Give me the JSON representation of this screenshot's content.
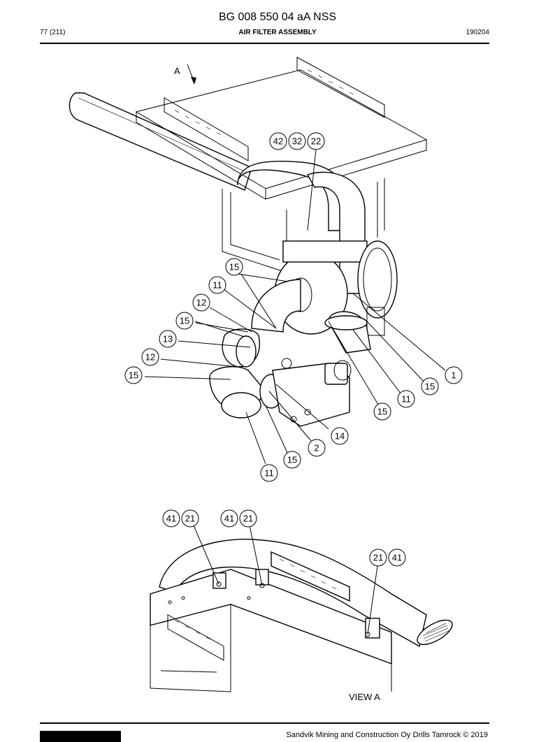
{
  "document": {
    "title": "BG 008 550 04 aA NSS",
    "page": "77 (211)",
    "section": "AIR FILTER ASSEMBLY",
    "date": "190204"
  },
  "view_arrow_label": "A",
  "view_label": "VIEW  A",
  "callouts_main": [
    {
      "label": "42"
    },
    {
      "label": "32"
    },
    {
      "label": "22"
    },
    {
      "label": "15"
    },
    {
      "label": "11"
    },
    {
      "label": "12"
    },
    {
      "label": "15"
    },
    {
      "label": "13"
    },
    {
      "label": "12"
    },
    {
      "label": "15"
    },
    {
      "label": "1"
    },
    {
      "label": "15"
    },
    {
      "label": "11"
    },
    {
      "label": "15"
    },
    {
      "label": "14"
    },
    {
      "label": "2"
    },
    {
      "label": "15"
    },
    {
      "label": "11"
    }
  ],
  "callouts_view": [
    {
      "label": "41"
    },
    {
      "label": "21"
    },
    {
      "label": "41"
    },
    {
      "label": "21"
    },
    {
      "label": "21"
    },
    {
      "label": "41"
    }
  ],
  "footer": {
    "copyright": "Sandvik Mining and Construction Oy Drills Tamrock © 2019"
  }
}
